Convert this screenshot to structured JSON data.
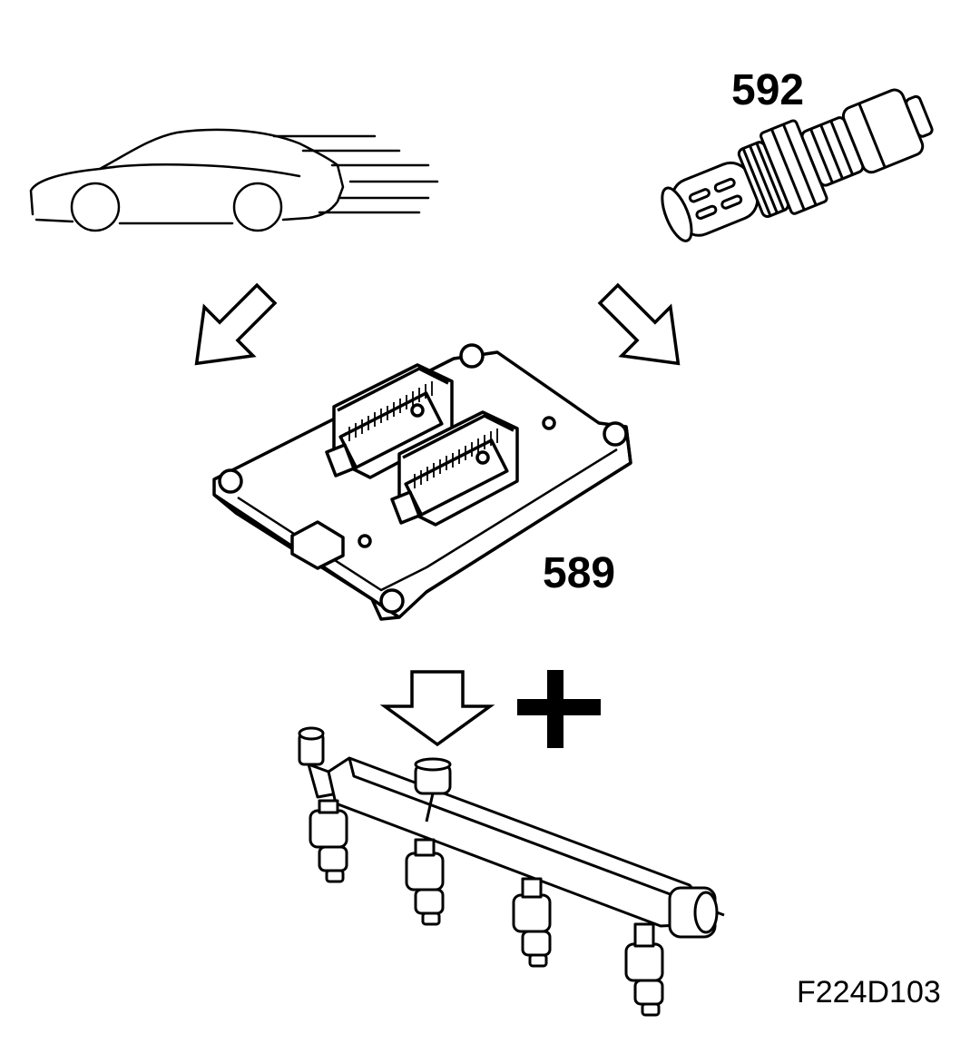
{
  "diagram": {
    "labels": {
      "sensor": "592",
      "ecu": "589",
      "figure_ref": "F224D103"
    },
    "colors": {
      "line": "#000000",
      "fill": "#ffffff"
    },
    "icons": [
      "car-icon",
      "oxygen-sensor-icon",
      "arrow-icon",
      "ecu-icon",
      "plus-icon",
      "fuel-rail-icon"
    ]
  }
}
